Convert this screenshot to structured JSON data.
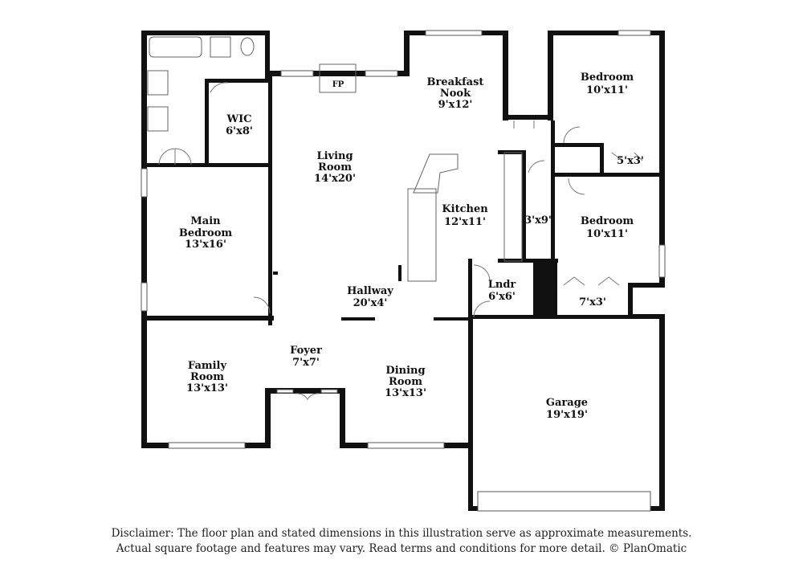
{
  "rooms": {
    "breakfast": {
      "name1": "Breakfast",
      "name2": "Nook",
      "dims": "9'x12'"
    },
    "bedroom_top": {
      "name": "Bedroom",
      "dims": "10'x11'"
    },
    "wic": {
      "name": "WIC",
      "dims": "6'x8'"
    },
    "living": {
      "name1": "Living",
      "name2": "Room",
      "dims": "14'x20'"
    },
    "fireplace": {
      "name": "FP"
    },
    "closet_5x3": {
      "dims": "5'x3'"
    },
    "kitchen": {
      "name": "Kitchen",
      "dims": "12'x11'"
    },
    "closet_3x9": {
      "dims": "3'x9'"
    },
    "bedroom_mid": {
      "name": "Bedroom",
      "dims": "10'x11'"
    },
    "main_bedroom": {
      "name1": "Main",
      "name2": "Bedroom",
      "dims": "13'x16'"
    },
    "hallway": {
      "name": "Hallway",
      "dims": "20'x4'"
    },
    "laundry": {
      "name": "Lndr",
      "dims": "6'x6'"
    },
    "closet_7x3": {
      "dims": "7'x3'"
    },
    "foyer": {
      "name": "Foyer",
      "dims": "7'x7'"
    },
    "family": {
      "name1": "Family",
      "name2": "Room",
      "dims": "13'x13'"
    },
    "dining": {
      "name1": "Dining",
      "name2": "Room",
      "dims": "13'x13'"
    },
    "garage": {
      "name": "Garage",
      "dims": "19'x19'"
    }
  },
  "disclaimer": {
    "line1": "Disclaimer: The floor plan and stated dimensions in this illustration serve as approximate measurements.",
    "line2": "Actual square footage and features may vary. Read terms and conditions for more detail. © PlanOmatic"
  }
}
